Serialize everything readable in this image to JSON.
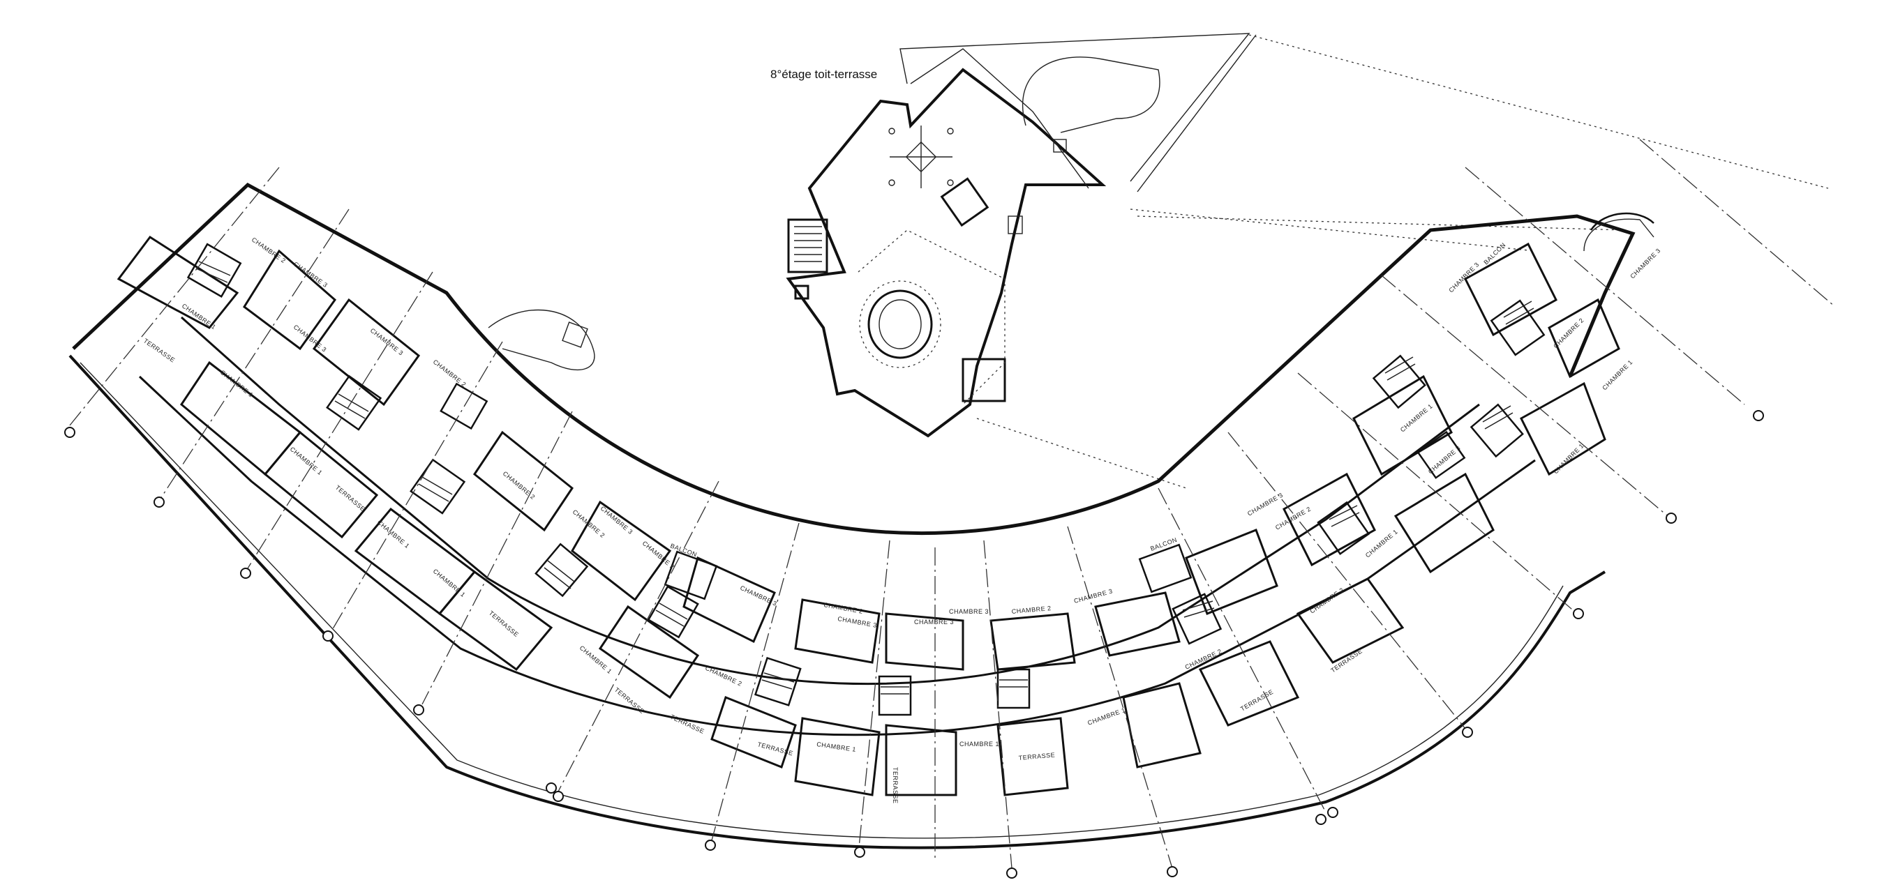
{
  "drawing": {
    "level_label": "8°étage toit-terrasse",
    "room_labels": {
      "chambre_1": "CHAMBRE 1",
      "chambre_2": "CHAMBRE 2",
      "chambre_3": "CHAMBRE 3",
      "terrasse": "TERRASSE",
      "balcon": "BALCON"
    }
  }
}
